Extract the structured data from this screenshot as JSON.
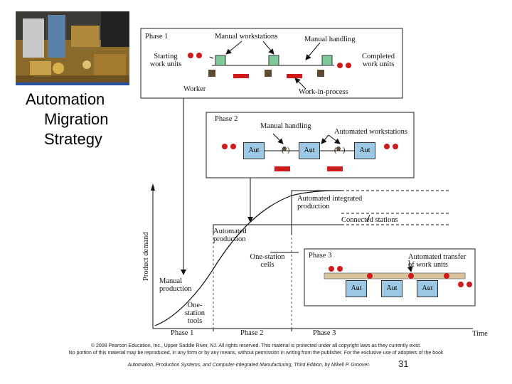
{
  "title": {
    "line1": "Automation",
    "line2": "Migration",
    "line3": "Strategy"
  },
  "diagram": {
    "phase1": {
      "label": "Phase 1",
      "manual_workstations": "Manual workstations",
      "manual_handling": "Manual handling",
      "starting": [
        "Starting",
        "work units"
      ],
      "completed": [
        "Completed",
        "work units"
      ],
      "worker": "Worker",
      "wip": "Work-in-process"
    },
    "phase2": {
      "label": "Phase 2",
      "manual_handling": "Manual handling",
      "automated_workstations": "Automated workstations",
      "aut": "Aut"
    },
    "phase3": {
      "label": "Phase 3",
      "automated_transfer": [
        "Automated transfer",
        "of work units"
      ],
      "aut": "Aut"
    },
    "graph": {
      "ylabel": "Product demand",
      "xlabel": "Time",
      "phases": [
        "Phase 1",
        "Phase 2",
        "Phase 3"
      ],
      "manual_production": [
        "Manual",
        "production"
      ],
      "one_station_tools": [
        "One-",
        "station",
        "tools"
      ],
      "automated_production": [
        "Automated",
        "production"
      ],
      "one_station_cells": [
        "One-station",
        "cells"
      ],
      "automated_integrated": [
        "Automated integrated",
        "production"
      ],
      "connected_stations": "Connected stations"
    }
  },
  "footer": {
    "line1": "© 2008 Pearson Education, Inc., Upper Saddle River, NJ. All rights reserved. This material is protected under all copyright laws as they currently exist.",
    "line2": "No portion of this material may be reproduced, in any form or by any means, without permission in writing from the publisher. For the exclusive use of adopters of the book",
    "line3": "Automation, Production Systems, and Computer-Integrated Manufacturing, Third Edition, by Mikell P. Groover.",
    "page": "31"
  }
}
